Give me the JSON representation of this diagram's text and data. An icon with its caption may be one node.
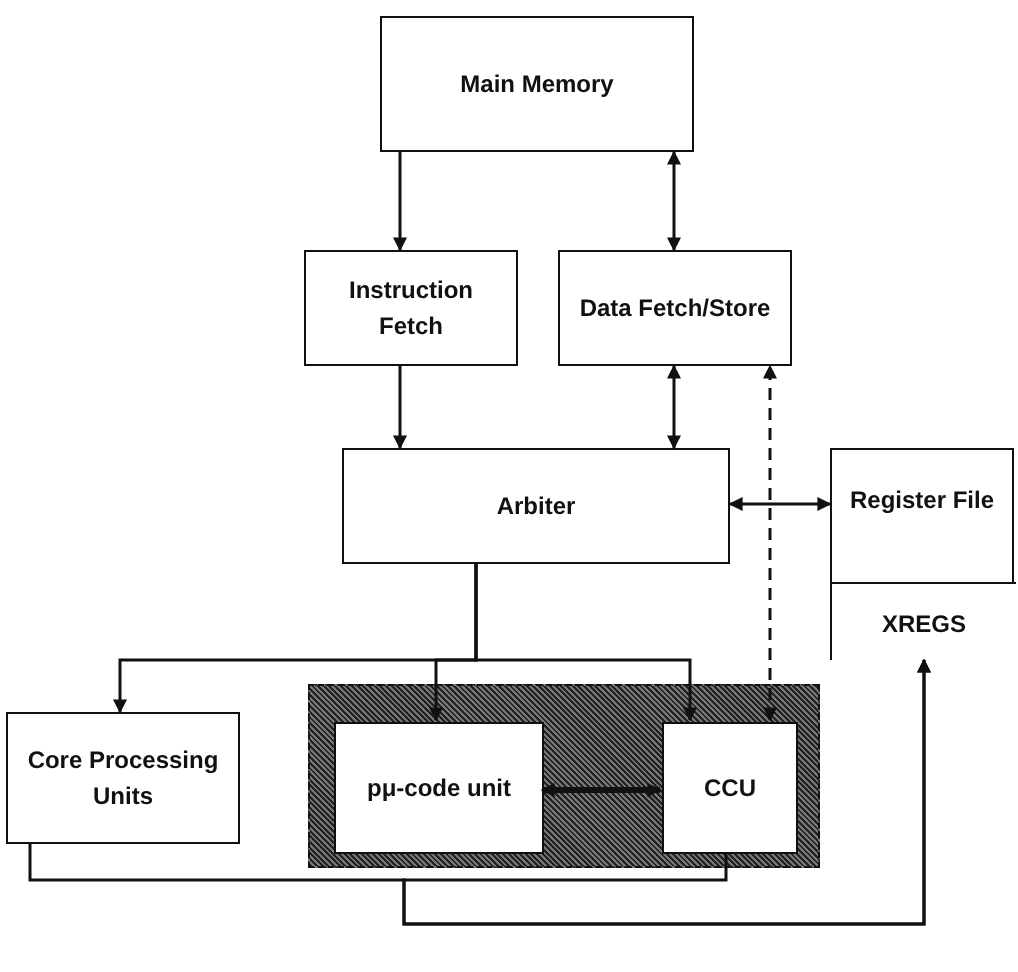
{
  "diagram": {
    "nodes": [
      {
        "text": [
          "Main Memory"
        ]
      },
      {
        "text": [
          "Instruction Fetch"
        ]
      },
      {
        "text": [
          "Data Fetch/Store"
        ]
      },
      {
        "text": [
          "Arbiter"
        ]
      },
      {
        "text": [
          "Register File"
        ]
      },
      {
        "text": [
          "XREGS"
        ],
        "in": 4
      },
      {
        "text": [
          "Core Processing Units"
        ]
      },
      {
        "text": [],
        "shape": "box"
      },
      {
        "text": [
          "pμ-code unit"
        ],
        "in": 7
      },
      {
        "text": [
          "CCU"
        ],
        "in": 7
      }
    ],
    "edges": [
      {
        "from": 0,
        "to": 1,
        "arrow": "to"
      },
      {
        "from": 0,
        "to": 2,
        "arrow": "both"
      },
      {
        "from": 1,
        "to": 3,
        "arrow": "to"
      },
      {
        "from": 2,
        "to": 3,
        "arrow": "both"
      },
      {
        "from": 3,
        "to": 4,
        "arrow": "both"
      },
      {
        "from": 9,
        "to": 2,
        "arrow": "both",
        "style": "dashed"
      },
      {
        "from": 3,
        "to": 6,
        "arrow": "to"
      },
      {
        "from": 3,
        "to": 8,
        "arrow": "to"
      },
      {
        "from": 3,
        "to": 9,
        "arrow": "to"
      },
      {
        "from": 8,
        "to": 9,
        "arrow": "both",
        "style": "thick"
      },
      {
        "from": 6,
        "to": 5,
        "arrow": "to"
      },
      {
        "from": 9,
        "to": 5,
        "arrow": "to"
      }
    ]
  }
}
